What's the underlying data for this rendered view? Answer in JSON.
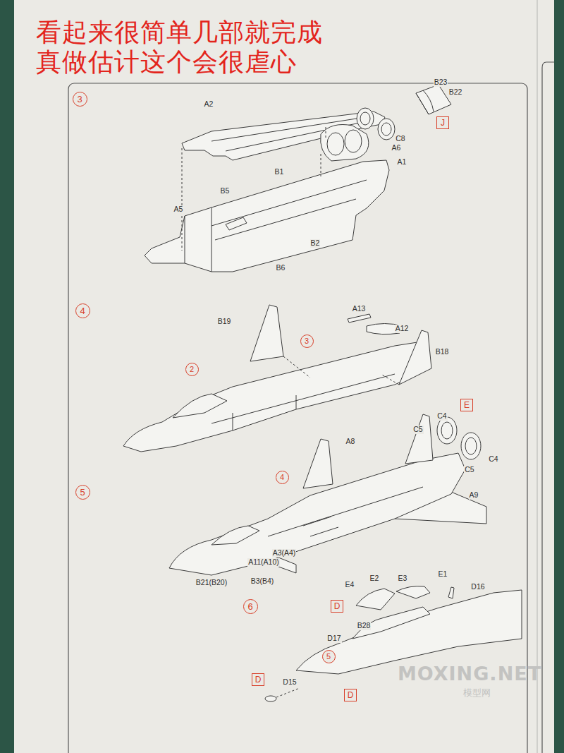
{
  "diagram": {
    "nodes": [
      {
        "text": [
          "3"
        ]
      },
      {
        "text": [
          "J"
        ]
      },
      {
        "text": [
          "4"
        ]
      },
      {
        "text": [
          "3"
        ]
      },
      {
        "text": [
          "2"
        ]
      },
      {
        "text": [
          "E"
        ]
      },
      {
        "text": [
          "5"
        ]
      },
      {
        "text": [
          "4"
        ]
      },
      {
        "text": [
          "6"
        ]
      },
      {
        "text": [
          "D"
        ]
      },
      {
        "text": [
          "5"
        ]
      },
      {
        "text": [
          "D"
        ]
      },
      {
        "text": [
          "D"
        ]
      }
    ],
    "labels": [
      "看起来很简单几部就完成",
      "真做估计这个会很虐心",
      "A2",
      "B23",
      "B22",
      "C8",
      "A6",
      "A1",
      "B1",
      "B5",
      "A5",
      "B2",
      "B6",
      "B19",
      "A13",
      "A12",
      "B18",
      "C4",
      "C5",
      "C4",
      "C5",
      "A8",
      "A9",
      "A3(A4)",
      "A11(A10)",
      "B21(B20)",
      "B3(B4)",
      "E4",
      "E2",
      "E3",
      "E1",
      "D16",
      "D17",
      "B28",
      "D15",
      "MOXING.NET",
      "模型网"
    ]
  }
}
